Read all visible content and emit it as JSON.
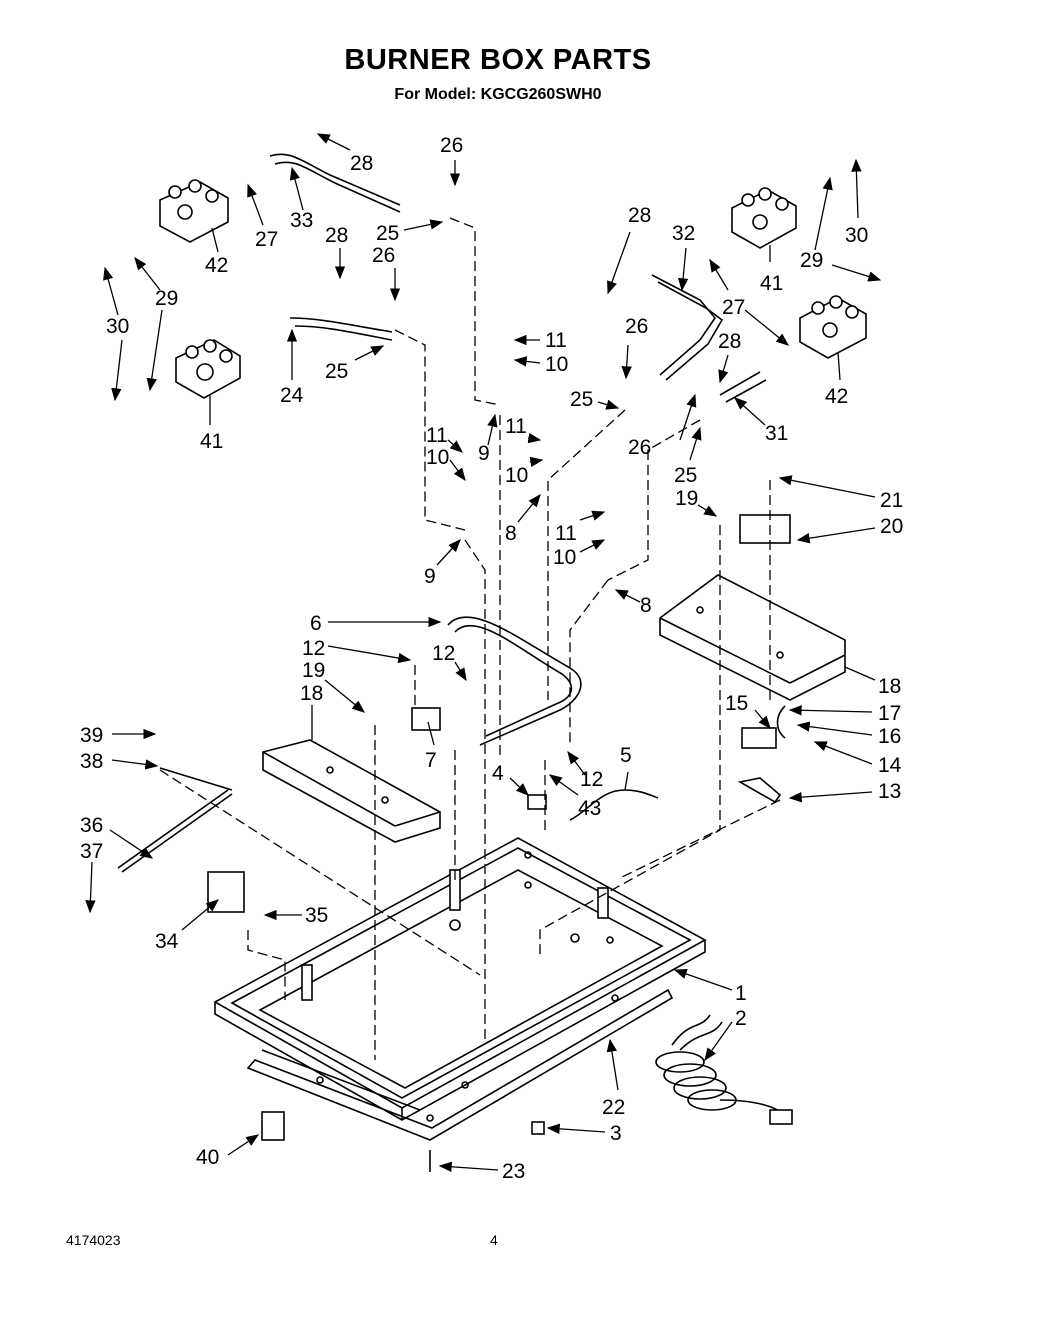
{
  "header": {
    "title": "BURNER BOX PARTS",
    "subtitle": "For Model: KGCG260SWH0"
  },
  "footer": {
    "document_number": "4174023",
    "page_number": "4"
  },
  "callouts": [
    {
      "id": "c28a",
      "label": "28"
    },
    {
      "id": "c26a",
      "label": "26"
    },
    {
      "id": "c33",
      "label": "33"
    },
    {
      "id": "c25a",
      "label": "25"
    },
    {
      "id": "c27a",
      "label": "27"
    },
    {
      "id": "c42a",
      "label": "42"
    },
    {
      "id": "c28b",
      "label": "28"
    },
    {
      "id": "c26b",
      "label": "26"
    },
    {
      "id": "c29a",
      "label": "29"
    },
    {
      "id": "c30a",
      "label": "30"
    },
    {
      "id": "c25b",
      "label": "25"
    },
    {
      "id": "c24",
      "label": "24"
    },
    {
      "id": "c41a",
      "label": "41"
    },
    {
      "id": "c11a",
      "label": "11"
    },
    {
      "id": "c10a",
      "label": "10"
    },
    {
      "id": "c11b",
      "label": "11"
    },
    {
      "id": "c10b",
      "label": "10"
    },
    {
      "id": "c9a",
      "label": "9"
    },
    {
      "id": "c9b",
      "label": "9"
    },
    {
      "id": "c11c",
      "label": "11"
    },
    {
      "id": "c10c",
      "label": "10"
    },
    {
      "id": "c8a",
      "label": "8"
    },
    {
      "id": "c28c",
      "label": "28"
    },
    {
      "id": "c32",
      "label": "32"
    },
    {
      "id": "c41b",
      "label": "41"
    },
    {
      "id": "c30b",
      "label": "30"
    },
    {
      "id": "c29b",
      "label": "29"
    },
    {
      "id": "c26c",
      "label": "26"
    },
    {
      "id": "c27b",
      "label": "27"
    },
    {
      "id": "c25c",
      "label": "25"
    },
    {
      "id": "c28d",
      "label": "28"
    },
    {
      "id": "c42b",
      "label": "42"
    },
    {
      "id": "c26d",
      "label": "26"
    },
    {
      "id": "c31",
      "label": "31"
    },
    {
      "id": "c25d",
      "label": "25"
    },
    {
      "id": "c19a",
      "label": "19"
    },
    {
      "id": "c21",
      "label": "21"
    },
    {
      "id": "c20",
      "label": "20"
    },
    {
      "id": "c11d",
      "label": "11"
    },
    {
      "id": "c10d",
      "label": "10"
    },
    {
      "id": "c8b",
      "label": "8"
    },
    {
      "id": "c6",
      "label": "6"
    },
    {
      "id": "c12a",
      "label": "12"
    },
    {
      "id": "c12b",
      "label": "12"
    },
    {
      "id": "c19b",
      "label": "19"
    },
    {
      "id": "c18a",
      "label": "18"
    },
    {
      "id": "c7",
      "label": "7"
    },
    {
      "id": "c18b",
      "label": "18"
    },
    {
      "id": "c15",
      "label": "15"
    },
    {
      "id": "c17",
      "label": "17"
    },
    {
      "id": "c16",
      "label": "16"
    },
    {
      "id": "c14",
      "label": "14"
    },
    {
      "id": "c13",
      "label": "13"
    },
    {
      "id": "c39",
      "label": "39"
    },
    {
      "id": "c38",
      "label": "38"
    },
    {
      "id": "c4",
      "label": "4"
    },
    {
      "id": "c43",
      "label": "43"
    },
    {
      "id": "c12c",
      "label": "12"
    },
    {
      "id": "c5",
      "label": "5"
    },
    {
      "id": "c36",
      "label": "36"
    },
    {
      "id": "c37",
      "label": "37"
    },
    {
      "id": "c34",
      "label": "34"
    },
    {
      "id": "c35",
      "label": "35"
    },
    {
      "id": "c1",
      "label": "1"
    },
    {
      "id": "c2",
      "label": "2"
    },
    {
      "id": "c22",
      "label": "22"
    },
    {
      "id": "c3",
      "label": "3"
    },
    {
      "id": "c40",
      "label": "40"
    },
    {
      "id": "c23",
      "label": "23"
    }
  ]
}
